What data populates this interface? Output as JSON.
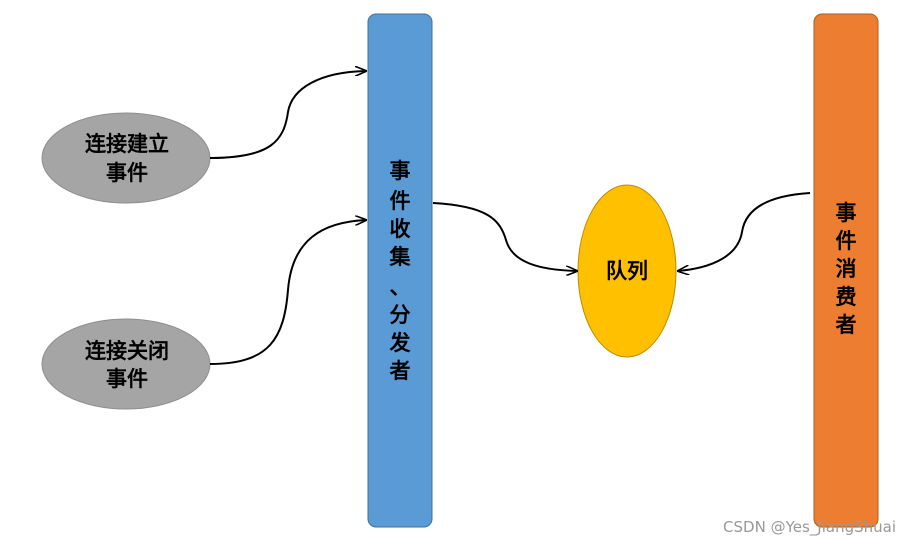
{
  "nodes": {
    "connect_event": {
      "line1": "连接建立",
      "line2": "事件",
      "color": "#A5A5A5",
      "border": "#8E8E8E"
    },
    "close_event": {
      "line1": "连接关闭",
      "line2": "事件",
      "color": "#A5A5A5",
      "border": "#8E8E8E"
    },
    "collector": {
      "chars": [
        "事",
        "件",
        "收",
        "集",
        "、",
        "分",
        "发",
        "者"
      ],
      "color": "#5B9BD5",
      "border": "#41719C"
    },
    "queue": {
      "label": "队列",
      "color": "#FFC000",
      "border": "#BC8C00"
    },
    "consumer": {
      "chars": [
        "事",
        "件",
        "消",
        "费",
        "者"
      ],
      "color": "#ED7D31",
      "border": "#AE5A21"
    }
  },
  "watermark": "CSDN @Yes_JiangShuai"
}
